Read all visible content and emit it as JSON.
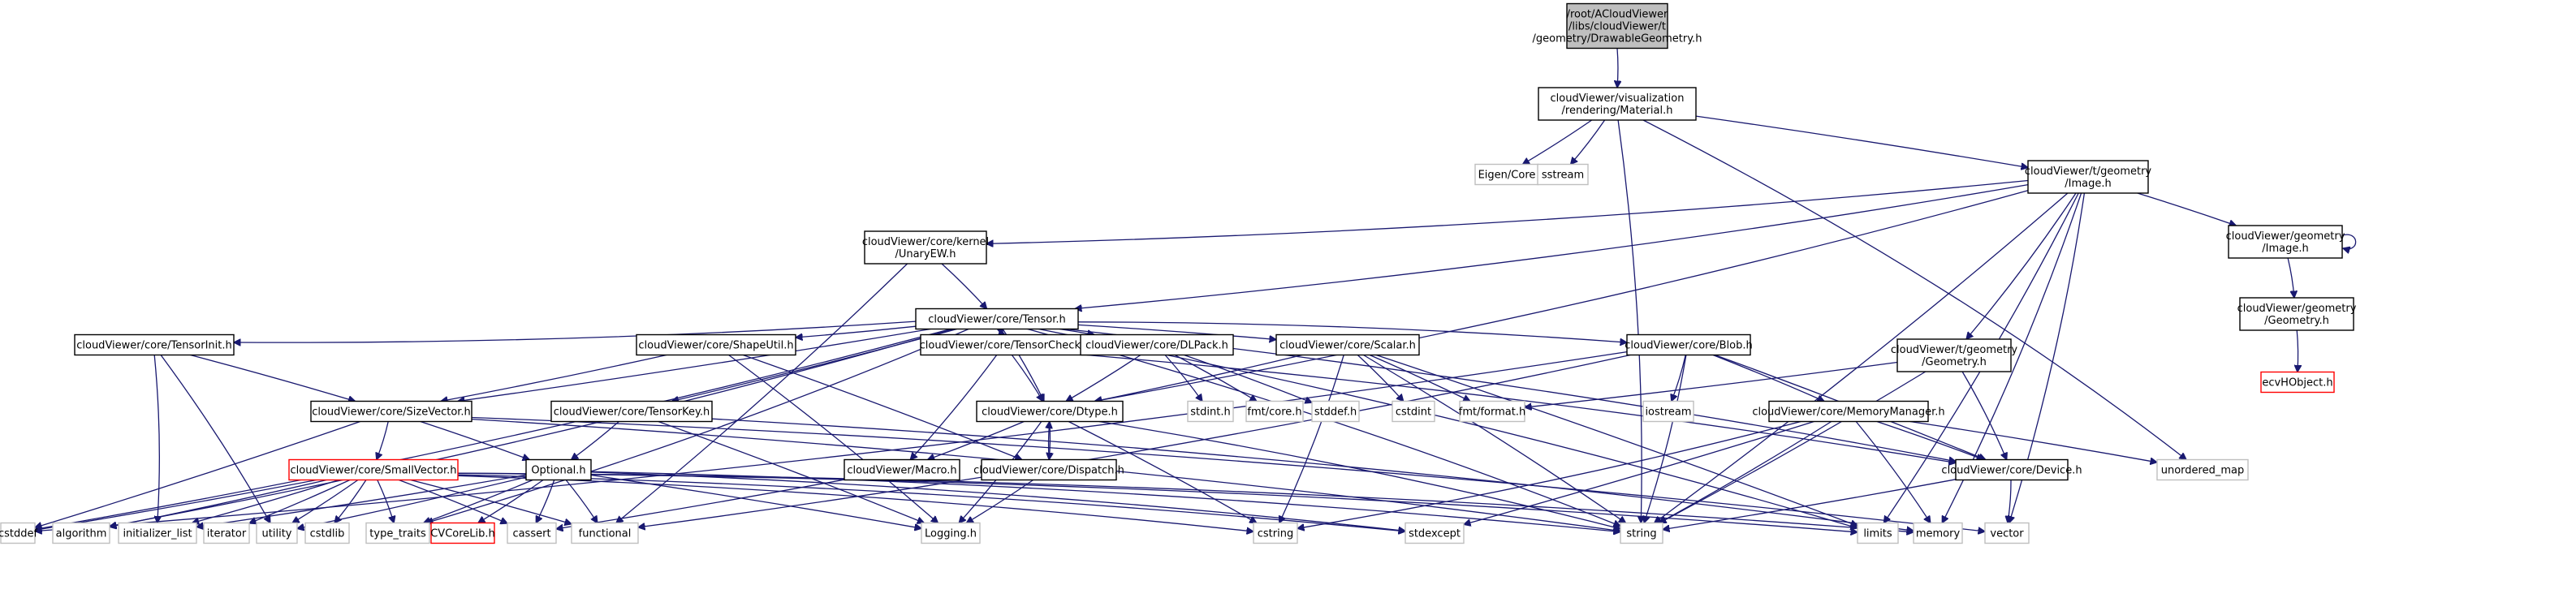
{
  "title": "Include dependency graph for DrawableGeometry.h",
  "legend": {
    "internal_color": "#000000",
    "external_color": "#bfbfbf",
    "missing_color": "#ff0000",
    "root_fill": "#bfbfbf",
    "edge_color": "#191970"
  },
  "nodes": [
    {
      "id": "root",
      "kind": "root",
      "lines": [
        "/root/ACloudViewer",
        "/libs/cloudViewer/t",
        "/geometry/DrawableGeometry.h"
      ]
    },
    {
      "id": "material",
      "kind": "internal",
      "lines": [
        "cloudViewer/visualization",
        "/rendering/Material.h"
      ]
    },
    {
      "id": "eigen_core",
      "kind": "external",
      "lines": [
        "Eigen/Core"
      ]
    },
    {
      "id": "sstream",
      "kind": "external",
      "lines": [
        "sstream"
      ]
    },
    {
      "id": "t_image",
      "kind": "internal",
      "lines": [
        "cloudViewer/t/geometry",
        "/Image.h"
      ]
    },
    {
      "id": "unary_ew",
      "kind": "internal",
      "lines": [
        "cloudViewer/core/kernel",
        "/UnaryEW.h"
      ]
    },
    {
      "id": "geometry_image",
      "kind": "internal",
      "lines": [
        "cloudViewer/geometry",
        "/Image.h"
      ]
    },
    {
      "id": "geometry_geometry",
      "kind": "internal",
      "lines": [
        "cloudViewer/geometry",
        "/Geometry.h"
      ]
    },
    {
      "id": "ecvhobject",
      "kind": "missing",
      "lines": [
        "ecvHObject.h"
      ]
    },
    {
      "id": "tensor",
      "kind": "internal",
      "lines": [
        "cloudViewer/core/Tensor.h"
      ]
    },
    {
      "id": "tensor_init",
      "kind": "internal",
      "lines": [
        "cloudViewer/core/TensorInit.h"
      ]
    },
    {
      "id": "shape_util",
      "kind": "internal",
      "lines": [
        "cloudViewer/core/ShapeUtil.h"
      ]
    },
    {
      "id": "tensor_check",
      "kind": "internal",
      "lines": [
        "cloudViewer/core/TensorCheck.h"
      ]
    },
    {
      "id": "dlpack",
      "kind": "internal",
      "lines": [
        "cloudViewer/core/DLPack.h"
      ]
    },
    {
      "id": "scalar",
      "kind": "internal",
      "lines": [
        "cloudViewer/core/Scalar.h"
      ]
    },
    {
      "id": "blob",
      "kind": "internal",
      "lines": [
        "cloudViewer/core/Blob.h"
      ]
    },
    {
      "id": "t_geometry",
      "kind": "internal",
      "lines": [
        "cloudViewer/t/geometry",
        "/Geometry.h"
      ]
    },
    {
      "id": "size_vector",
      "kind": "internal",
      "lines": [
        "cloudViewer/core/SizeVector.h"
      ]
    },
    {
      "id": "tensor_key",
      "kind": "internal",
      "lines": [
        "cloudViewer/core/TensorKey.h"
      ]
    },
    {
      "id": "dtype",
      "kind": "internal",
      "lines": [
        "cloudViewer/core/Dtype.h"
      ]
    },
    {
      "id": "stdint_h",
      "kind": "external",
      "lines": [
        "stdint.h"
      ]
    },
    {
      "id": "fmt_core",
      "kind": "external",
      "lines": [
        "fmt/core.h"
      ]
    },
    {
      "id": "stddef_h",
      "kind": "external",
      "lines": [
        "stddef.h"
      ]
    },
    {
      "id": "cstdint",
      "kind": "external",
      "lines": [
        "cstdint"
      ]
    },
    {
      "id": "fmt_format",
      "kind": "external",
      "lines": [
        "fmt/format.h"
      ]
    },
    {
      "id": "iostream",
      "kind": "external",
      "lines": [
        "iostream"
      ]
    },
    {
      "id": "memory_manager",
      "kind": "internal",
      "lines": [
        "cloudViewer/core/MemoryManager.h"
      ]
    },
    {
      "id": "small_vector",
      "kind": "missing",
      "lines": [
        "cloudViewer/core/SmallVector.h"
      ]
    },
    {
      "id": "optional",
      "kind": "internal",
      "lines": [
        "Optional.h"
      ]
    },
    {
      "id": "macro",
      "kind": "internal",
      "lines": [
        "cloudViewer/Macro.h"
      ]
    },
    {
      "id": "dispatch",
      "kind": "internal",
      "lines": [
        "cloudViewer/core/Dispatch.h"
      ]
    },
    {
      "id": "device",
      "kind": "internal",
      "lines": [
        "cloudViewer/core/Device.h"
      ]
    },
    {
      "id": "unordered_map",
      "kind": "external",
      "lines": [
        "unordered_map"
      ]
    },
    {
      "id": "cstddef",
      "kind": "external",
      "lines": [
        "cstddef"
      ]
    },
    {
      "id": "algorithm",
      "kind": "external",
      "lines": [
        "algorithm"
      ]
    },
    {
      "id": "initializer_list",
      "kind": "external",
      "lines": [
        "initializer_list"
      ]
    },
    {
      "id": "iterator",
      "kind": "external",
      "lines": [
        "iterator"
      ]
    },
    {
      "id": "utility",
      "kind": "external",
      "lines": [
        "utility"
      ]
    },
    {
      "id": "cstdlib",
      "kind": "external",
      "lines": [
        "cstdlib"
      ]
    },
    {
      "id": "type_traits",
      "kind": "external",
      "lines": [
        "type_traits"
      ]
    },
    {
      "id": "cvcorelib",
      "kind": "missing",
      "lines": [
        "CVCoreLib.h"
      ]
    },
    {
      "id": "cassert",
      "kind": "external",
      "lines": [
        "cassert"
      ]
    },
    {
      "id": "functional",
      "kind": "external",
      "lines": [
        "functional"
      ]
    },
    {
      "id": "logging",
      "kind": "external",
      "lines": [
        "Logging.h"
      ]
    },
    {
      "id": "cstring",
      "kind": "external",
      "lines": [
        "cstring"
      ]
    },
    {
      "id": "stdexcept",
      "kind": "external",
      "lines": [
        "stdexcept"
      ]
    },
    {
      "id": "string",
      "kind": "external",
      "lines": [
        "string"
      ]
    },
    {
      "id": "limits",
      "kind": "external",
      "lines": [
        "limits"
      ]
    },
    {
      "id": "memory",
      "kind": "external",
      "lines": [
        "memory"
      ]
    },
    {
      "id": "vector",
      "kind": "external",
      "lines": [
        "vector"
      ]
    }
  ],
  "edges": [
    [
      "root",
      "material"
    ],
    [
      "material",
      "eigen_core"
    ],
    [
      "material",
      "sstream"
    ],
    [
      "material",
      "t_image"
    ],
    [
      "material",
      "string"
    ],
    [
      "material",
      "unordered_map"
    ],
    [
      "t_image",
      "unary_ew"
    ],
    [
      "t_image",
      "tensor"
    ],
    [
      "t_image",
      "dtype"
    ],
    [
      "t_image",
      "geometry_image"
    ],
    [
      "t_image",
      "t_geometry"
    ],
    [
      "t_image",
      "string"
    ],
    [
      "t_image",
      "memory"
    ],
    [
      "t_image",
      "limits"
    ],
    [
      "t_image",
      "vector"
    ],
    [
      "geometry_image",
      "geometry_image"
    ],
    [
      "geometry_image",
      "geometry_geometry"
    ],
    [
      "geometry_geometry",
      "ecvhobject"
    ],
    [
      "unary_ew",
      "tensor"
    ],
    [
      "unary_ew",
      "functional"
    ],
    [
      "tensor",
      "tensor_init"
    ],
    [
      "tensor",
      "shape_util"
    ],
    [
      "tensor_check",
      "tensor"
    ],
    [
      "tensor",
      "tensor_check"
    ],
    [
      "tensor",
      "dlpack"
    ],
    [
      "tensor",
      "scalar"
    ],
    [
      "tensor",
      "blob"
    ],
    [
      "tensor",
      "size_vector"
    ],
    [
      "tensor",
      "tensor_key"
    ],
    [
      "tensor",
      "dtype"
    ],
    [
      "tensor",
      "device"
    ],
    [
      "tensor",
      "string"
    ],
    [
      "tensor",
      "cstddef"
    ],
    [
      "tensor",
      "algorithm"
    ],
    [
      "tensor",
      "type_traits"
    ],
    [
      "tensor",
      "limits"
    ],
    [
      "tensor_init",
      "size_vector"
    ],
    [
      "tensor_init",
      "initializer_list"
    ],
    [
      "tensor_init",
      "utility"
    ],
    [
      "shape_util",
      "size_vector"
    ],
    [
      "shape_util",
      "dispatch"
    ],
    [
      "shape_util",
      "logging"
    ],
    [
      "tensor_check",
      "dtype"
    ],
    [
      "tensor_check",
      "device"
    ],
    [
      "tensor_check",
      "macro"
    ],
    [
      "dlpack",
      "stdint_h"
    ],
    [
      "dlpack",
      "fmt_core"
    ],
    [
      "dlpack",
      "stddef_h"
    ],
    [
      "dlpack",
      "dtype"
    ],
    [
      "scalar",
      "dtype"
    ],
    [
      "scalar",
      "cstdint"
    ],
    [
      "scalar",
      "fmt_format"
    ],
    [
      "scalar",
      "string"
    ],
    [
      "scalar",
      "limits"
    ],
    [
      "scalar",
      "cstring"
    ],
    [
      "blob",
      "device"
    ],
    [
      "blob",
      "memory_manager"
    ],
    [
      "blob",
      "iostream"
    ],
    [
      "blob",
      "string"
    ],
    [
      "blob",
      "functional"
    ],
    [
      "blob",
      "cstddef"
    ],
    [
      "t_geometry",
      "device"
    ],
    [
      "t_geometry",
      "fmt_format"
    ],
    [
      "t_geometry",
      "string"
    ],
    [
      "memory_manager",
      "device"
    ],
    [
      "memory_manager",
      "unordered_map"
    ],
    [
      "memory_manager",
      "memory"
    ],
    [
      "memory_manager",
      "string"
    ],
    [
      "memory_manager",
      "cstring"
    ],
    [
      "memory_manager",
      "stdexcept"
    ],
    [
      "size_vector",
      "small_vector"
    ],
    [
      "size_vector",
      "optional"
    ],
    [
      "size_vector",
      "cstddef"
    ],
    [
      "size_vector",
      "string"
    ],
    [
      "size_vector",
      "vector"
    ],
    [
      "tensor_key",
      "optional"
    ],
    [
      "tensor_key",
      "logging"
    ],
    [
      "tensor_key",
      "memory"
    ],
    [
      "dtype",
      "macro"
    ],
    [
      "dtype",
      "dispatch"
    ],
    [
      "dtype",
      "logging"
    ],
    [
      "dtype",
      "string"
    ],
    [
      "dtype",
      "cstring"
    ],
    [
      "dispatch",
      "dtype"
    ],
    [
      "dispatch",
      "logging"
    ],
    [
      "macro",
      "cassert"
    ],
    [
      "device",
      "vector"
    ],
    [
      "device",
      "string"
    ],
    [
      "small_vector",
      "cstddef"
    ],
    [
      "small_vector",
      "algorithm"
    ],
    [
      "small_vector",
      "initializer_list"
    ],
    [
      "small_vector",
      "iterator"
    ],
    [
      "small_vector",
      "utility"
    ],
    [
      "small_vector",
      "cstdlib"
    ],
    [
      "small_vector",
      "type_traits"
    ],
    [
      "small_vector",
      "cassert"
    ],
    [
      "small_vector",
      "cstring"
    ],
    [
      "small_vector",
      "limits"
    ],
    [
      "small_vector",
      "memory"
    ],
    [
      "small_vector",
      "stdexcept"
    ],
    [
      "small_vector",
      "functional"
    ],
    [
      "optional",
      "cvcorelib"
    ],
    [
      "optional",
      "cassert"
    ],
    [
      "optional",
      "functional"
    ],
    [
      "optional",
      "type_traits"
    ],
    [
      "optional",
      "utility"
    ],
    [
      "optional",
      "initializer_list"
    ],
    [
      "optional",
      "stdexcept"
    ],
    [
      "optional",
      "string"
    ],
    [
      "optional",
      "logging"
    ]
  ]
}
